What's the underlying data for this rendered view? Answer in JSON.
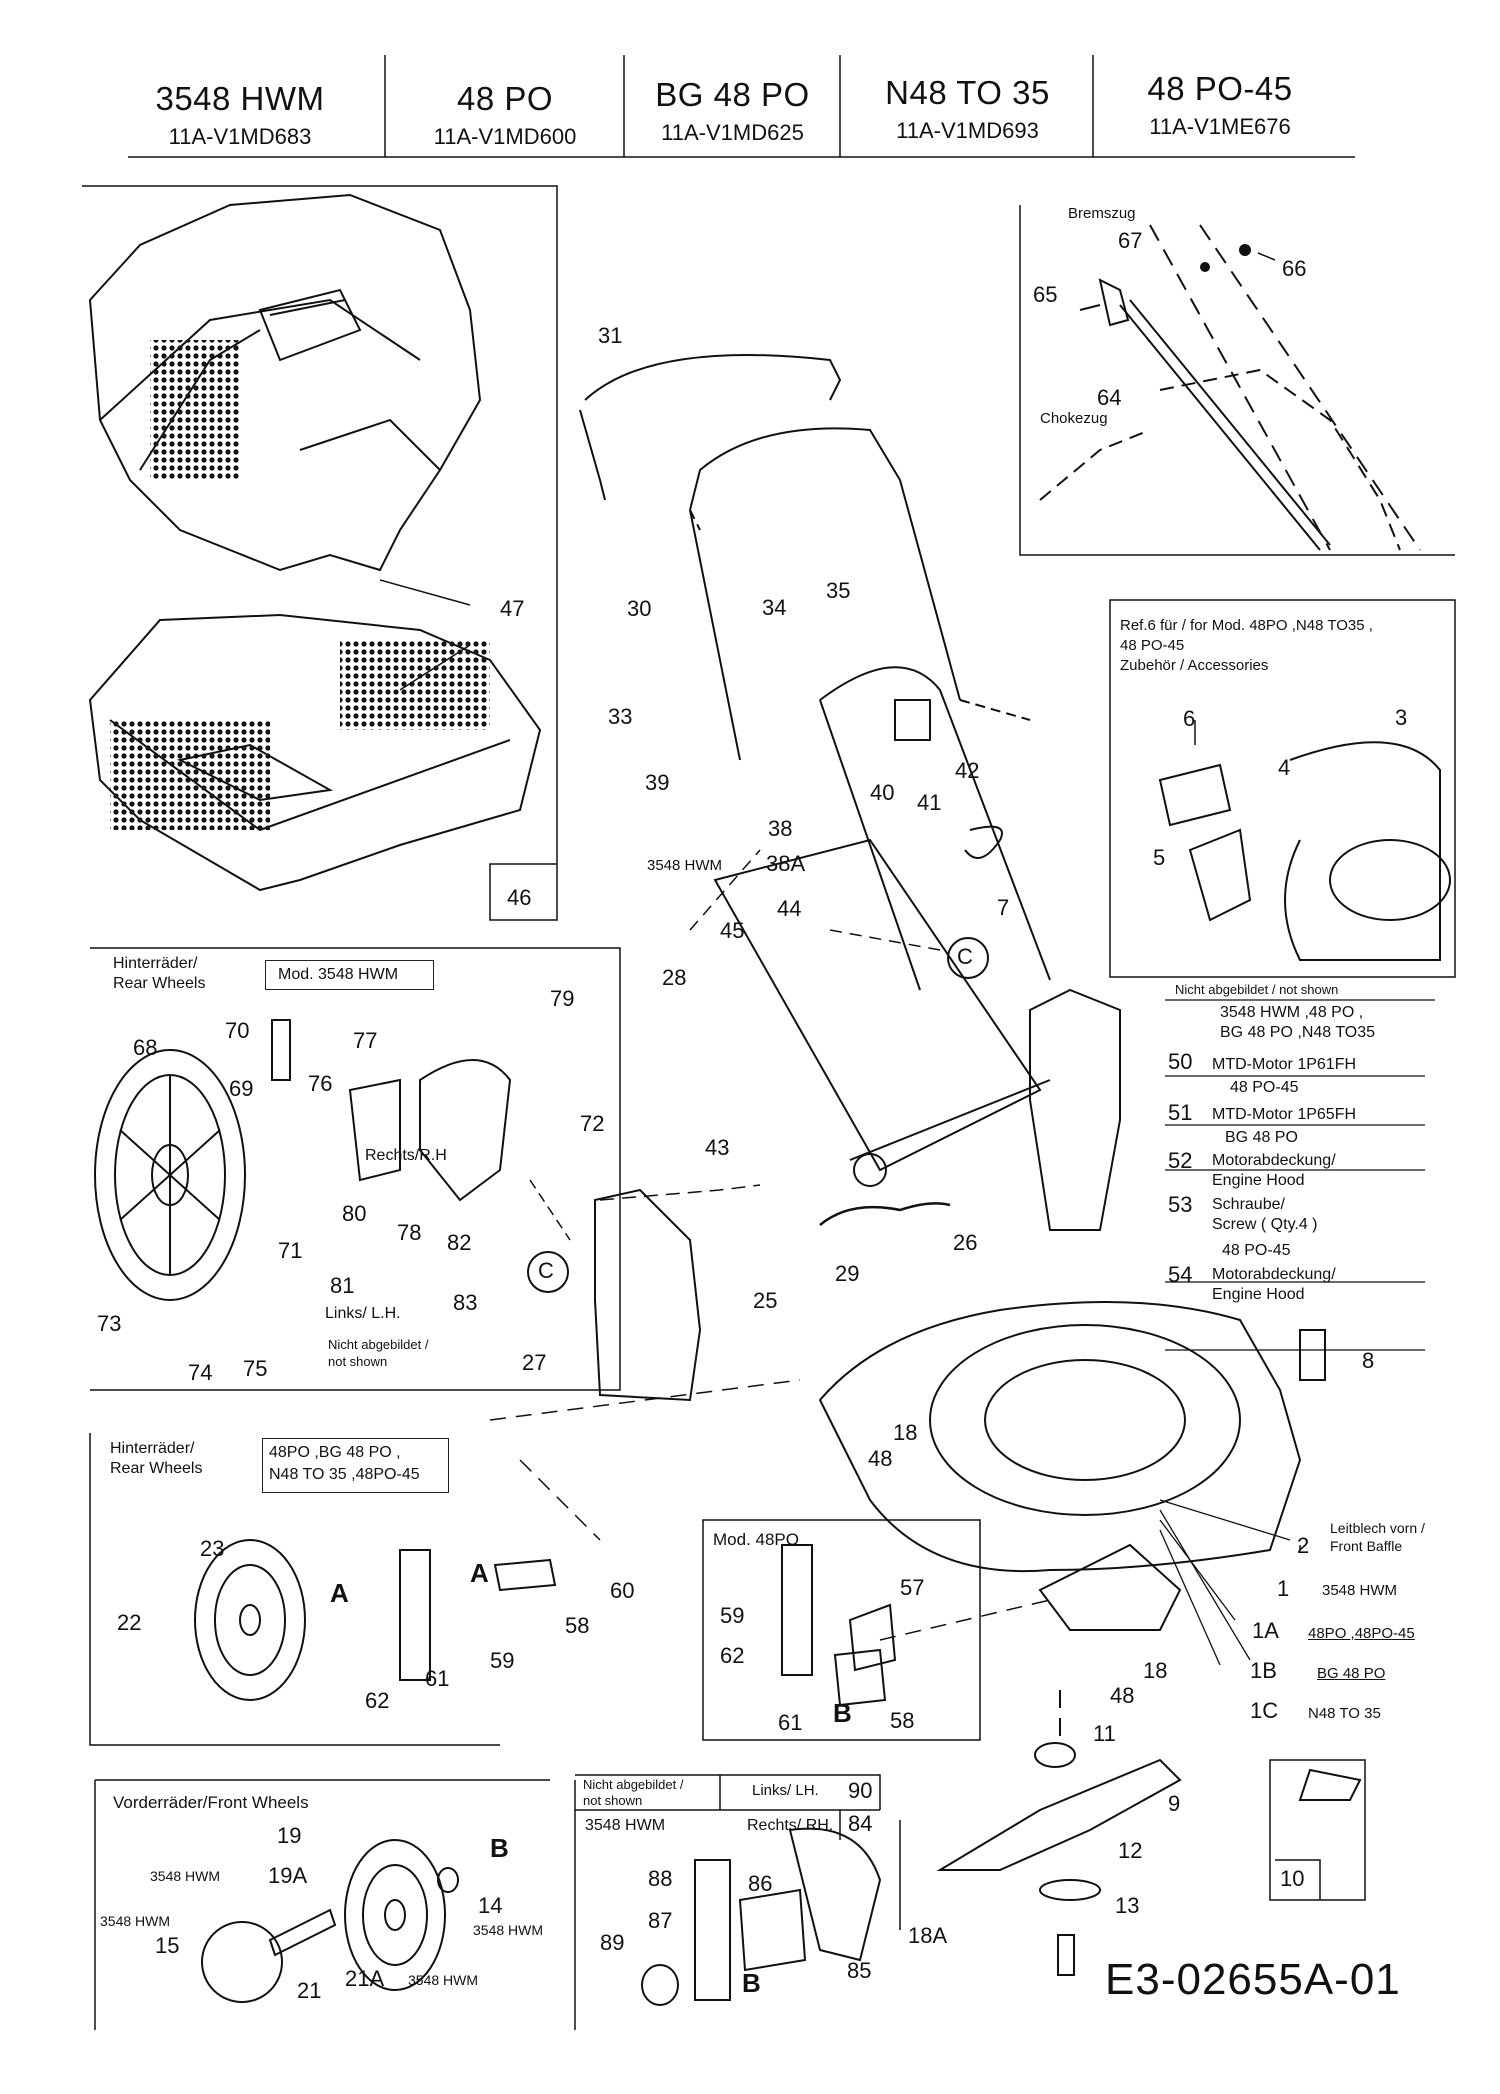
{
  "header": {
    "models": [
      {
        "name": "3548 HWM",
        "number": "11A-V1MD683"
      },
      {
        "name": "48 PO",
        "number": "11A-V1MD600"
      },
      {
        "name": "BG 48 PO",
        "number": "11A-V1MD625"
      },
      {
        "name": "N48 TO 35",
        "number": "11A-V1MD693"
      },
      {
        "name": "48 PO-45",
        "number": "11A-V1ME676"
      }
    ]
  },
  "cables": {
    "brake": "Bremszug",
    "choke": "Chokezug"
  },
  "accessories": {
    "line1": "Ref.6  für / for Mod. 48PO ,N48 TO35 ,",
    "line2": "48 PO-45",
    "line3": "Zubehör / Accessories"
  },
  "rear_wheels_hwm": {
    "title1": "Hinterräder/",
    "title2": "Rear Wheels",
    "model": "Mod. 3548 HWM",
    "right": "Rechts/R.H",
    "left": "Links/ L.H.",
    "not_shown1": "Nicht abgebildet /",
    "not_shown2": "not shown"
  },
  "rear_wheels_other": {
    "title1": "Hinterräder/",
    "title2": "Rear Wheels",
    "model1": "48PO ,BG 48 PO ,",
    "model2": "N48 TO 35 ,48PO-45"
  },
  "mod48po": {
    "title": "Mod. 48PO"
  },
  "front_wheels": {
    "title": "Vorderräder/Front Wheels",
    "hwm": "3548 HWM"
  },
  "bottom_box": {
    "not_shown1": "Nicht abgebildet /",
    "not_shown2": "not shown",
    "left": "Links/ LH.",
    "left_num": "90",
    "model": "3548 HWM",
    "right": "Rechts/ RH.",
    "right_num": "84"
  },
  "side_table": {
    "header": "Nicht abgebildet / not shown",
    "rows": [
      {
        "models": "3548 HWM ,48 PO ,",
        "models2": "BG 48 PO ,N48 TO35"
      },
      {
        "num": "50",
        "desc": "MTD-Motor  1P61FH"
      },
      {
        "models": "48 PO-45"
      },
      {
        "num": "51",
        "desc": "MTD-Motor  1P65FH"
      },
      {
        "models": "BG 48 PO"
      },
      {
        "num": "52",
        "desc": "Motorabdeckung/",
        "desc2": "Engine Hood"
      },
      {
        "num": "53",
        "desc": "Schraube/",
        "desc2": "Screw ( Qty.4 )"
      },
      {
        "models": "48 PO-45"
      },
      {
        "num": "54",
        "desc": "Motorabdeckung/",
        "desc2": "Engine Hood"
      }
    ]
  },
  "deck_labels": {
    "baffle1": "Leitblech vorn /",
    "baffle2": "Front Baffle",
    "v1": "3548 HWM",
    "v1a": "48PO ,48PO-45",
    "v1b": "BG 48 PO",
    "v1c": "N48 TO 35"
  },
  "labels_hwm": {
    "l38a": "3548 HWM",
    "l19a": "3548 HWM",
    "l15": "3548 HWM",
    "l14": "3548 HWM",
    "l21a": "3548 HWM"
  },
  "callouts": {
    "c31": "31",
    "c30": "30",
    "c34": "34",
    "c35": "35",
    "c33": "33",
    "c39": "39",
    "c38": "38",
    "c38a": "38A",
    "c40": "40",
    "c41": "41",
    "c42": "42",
    "c7": "7",
    "c45": "45",
    "c44": "44",
    "cC1": "C",
    "c28": "28",
    "c26": "26",
    "c43": "43",
    "c29": "29",
    "c25": "25",
    "cC2": "C",
    "c27": "27",
    "c47": "47",
    "c46": "46",
    "c67": "67",
    "c66": "66",
    "c65": "65",
    "c64": "64",
    "c6": "6",
    "c3": "3",
    "c4": "4",
    "c5": "5",
    "c79": "79",
    "c70": "70",
    "c77": "77",
    "c68": "68",
    "c69": "69",
    "c76": "76",
    "c72": "72",
    "c71": "71",
    "c80": "80",
    "c78": "78",
    "c82": "82",
    "c81": "81",
    "c83": "83",
    "c73": "73",
    "c74": "74",
    "c75": "75",
    "c8": "8",
    "c18a": "18",
    "c48a": "48",
    "c2": "2",
    "c1": "1",
    "c1a": "1A",
    "c1b": "1B",
    "c1c": "1C",
    "c18b": "18",
    "c48b": "48",
    "c23": "23",
    "c22": "22",
    "cA1": "A",
    "cA2": "A",
    "c59a": "59",
    "c62a": "62",
    "c61a": "61",
    "c58a": "58",
    "c60": "60",
    "c57": "57",
    "c59b": "59",
    "c62b": "62",
    "c61b": "61",
    "cB1": "B",
    "c58b": "58",
    "c11": "11",
    "c9": "9",
    "c12": "12",
    "c13": "13",
    "c10": "10",
    "c19": "19",
    "c19a": "19A",
    "cB2": "B",
    "c14": "14",
    "c15": "15",
    "c21": "21",
    "c21a": "21A",
    "c88": "88",
    "c86": "86",
    "c87": "87",
    "c89": "89",
    "cB3": "B",
    "c85": "85",
    "c18aa": "18A"
  },
  "reference": "E3-02655A-01"
}
